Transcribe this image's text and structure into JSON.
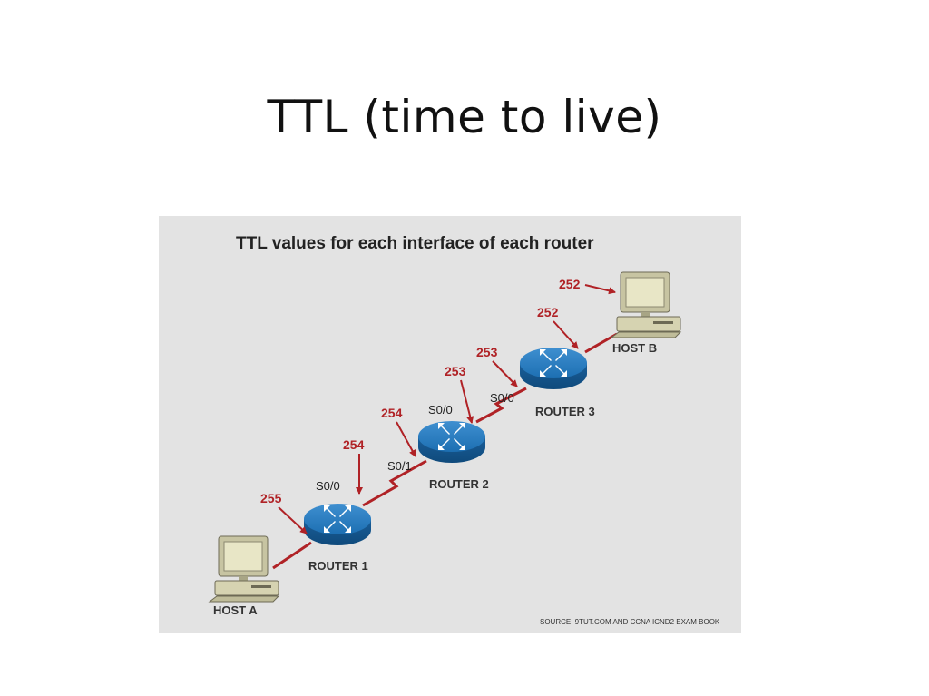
{
  "slide": {
    "title": "TTL (time to live)"
  },
  "figure": {
    "title": "TTL values for each interface of each router",
    "source": "SOURCE: 9TUT.COM AND CCNA ICND2 EXAM BOOK",
    "devices": {
      "host_a": "HOST A",
      "router1": "ROUTER 1",
      "router2": "ROUTER 2",
      "router3": "ROUTER 3",
      "host_b": "HOST B"
    },
    "ports": {
      "r1_s00": "S0/0",
      "r2_s01": "S0/1",
      "r2_s00": "S0/0",
      "r3_s00": "S0/0"
    },
    "ttl_values": {
      "r1_in": "255",
      "r1_out": "254",
      "r2_in": "254",
      "r2_out": "253",
      "r3_in": "253",
      "r3_out": "252",
      "host_b_in": "252"
    },
    "colors": {
      "link": "#b02226",
      "router": "#1d6fb2",
      "background": "#e3e3e3"
    }
  }
}
